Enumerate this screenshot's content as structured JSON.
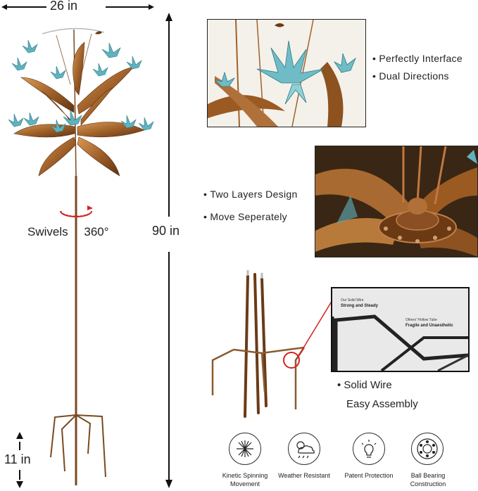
{
  "dimensions": {
    "width": "26 in",
    "height": "90 in",
    "stake": "11 in",
    "swivel_prefix": "Swivels",
    "swivel_deg": "360°"
  },
  "panels": {
    "top_bullets": [
      "Perfectly Interface",
      "Dual Directions"
    ],
    "middle_bullets": [
      "Two Layers Design",
      "Move Seperately"
    ],
    "assembly": {
      "line1": "Solid Wire",
      "line2": "Easy Assembly",
      "inset_solid_small": "Our Solid Wire",
      "inset_solid_strong": "Strong and Steady",
      "inset_hollow_small": "Others' Hollow Tube",
      "inset_hollow_strong": "Fragile and Unaesthetic"
    }
  },
  "features": [
    {
      "icon": "kinetic-spinning-icon",
      "line1": "Kinetic Spinning",
      "line2": "Movement"
    },
    {
      "icon": "weather-resistant-icon",
      "line1": "Weather Resistant",
      "line2": ""
    },
    {
      "icon": "patent-protection-icon",
      "line1": "Patent Protection",
      "line2": ""
    },
    {
      "icon": "ball-bearing-icon",
      "line1": "Ball Bearing",
      "line2": "Construction"
    }
  ],
  "colors": {
    "copper": "#a0612a",
    "copper_dark": "#6b3a14",
    "teal": "#5fb3bf",
    "swivel_red": "#d42222"
  }
}
